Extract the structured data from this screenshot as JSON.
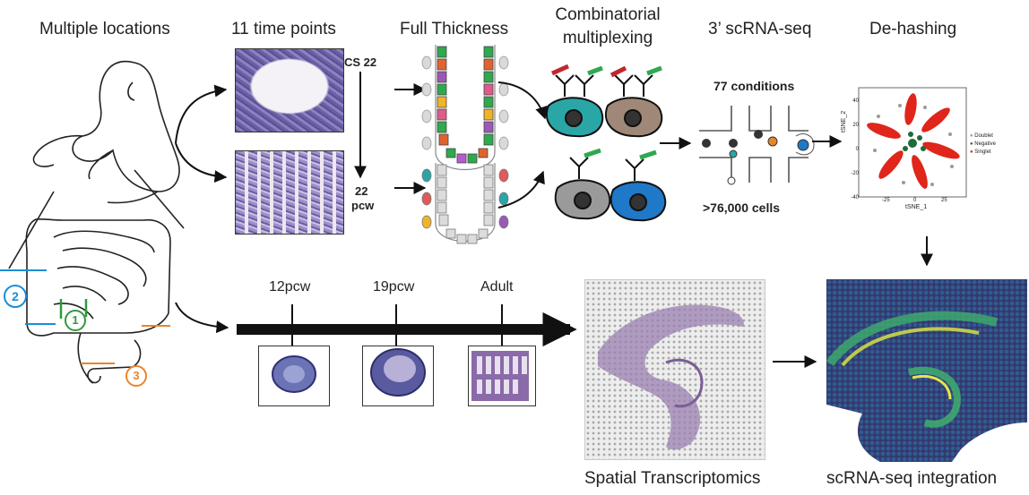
{
  "columns": {
    "locations": "Multiple locations",
    "time_points": "11 time points",
    "full_thickness": "Full Thickness",
    "multiplexing_line1": "Combinatorial",
    "multiplexing_line2": "multiplexing",
    "scrnaseq": "3’ scRNA-seq",
    "dehashing": "De-hashing"
  },
  "location_markers": [
    "2",
    "1",
    "3"
  ],
  "time_axis": {
    "start": "CS 22",
    "end_line1": "22",
    "end_line2": "pcw"
  },
  "scrnaseq_panel": {
    "conditions": "77 conditions",
    "cells": ">76,000 cells"
  },
  "tsne": {
    "ylabel": "tSNE_2",
    "xlabel": "tSNE_1",
    "yticks": [
      "40",
      "20",
      "0",
      "-20",
      "-40"
    ],
    "xticks": [
      "-25",
      "0",
      "25"
    ],
    "legend": [
      {
        "label": "Doublet",
        "color": "#9a9a9a"
      },
      {
        "label": "Negative",
        "color": "#1f6b3a"
      },
      {
        "label": "Singlet",
        "color": "#e0251b"
      }
    ]
  },
  "timeline": {
    "labels": [
      "12pcw",
      "19pcw",
      "Adult"
    ]
  },
  "captions": {
    "spatial": "Spatial Transcriptomics",
    "integration": "scRNA-seq integration"
  },
  "colors": {
    "marker_1": "#2e9a3c",
    "marker_2": "#1b8ed6",
    "marker_3": "#e8862a",
    "cell_teal": "#2aa6a6",
    "cell_tan": "#a08878",
    "cell_gray": "#9a9a9a",
    "cell_blue": "#1f78c8",
    "cap_green": "#2fa84f",
    "cap_red": "#c0282d"
  }
}
